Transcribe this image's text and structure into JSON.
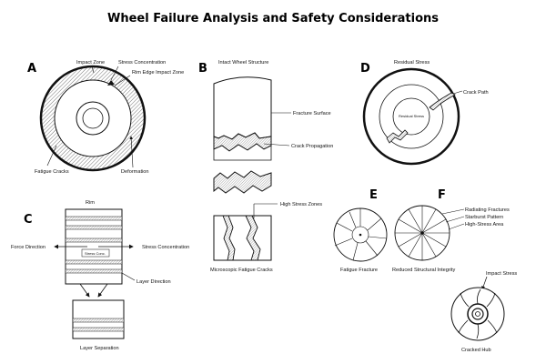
{
  "title": "Wheel Failure Analysis and Safety Considerations",
  "panels": {
    "a": {
      "letter": "A",
      "labels": {
        "impact_zone": "Impact Zone",
        "stress_concentration": "Stress Concentration",
        "rim_edge_impact_zone": "Rim Edge Impact Zone",
        "fatigue_cracks": "Fatigue Cracks",
        "deformation": "Deformation"
      }
    },
    "b": {
      "letter": "B",
      "labels": {
        "intact_wheel_structure": "Intact Wheel Structure",
        "fracture_surface": "Fracture Surface",
        "crack_propagation": "Crack Propagation",
        "high_stress_zones": "High Stress Zones",
        "microscopic_fatigue_cracks": "Microscopic Fatigue Cracks"
      }
    },
    "c": {
      "letter": "C",
      "labels": {
        "rim": "Rim",
        "force_direction": "Force Direction",
        "stress_concentration": "Stress Concentration",
        "inner_label": "Stress Conc.",
        "layer_direction": "Layer Direction",
        "layer_separation": "Layer Separation"
      }
    },
    "d": {
      "letter": "D",
      "labels": {
        "residual_stress_top": "Residual Stress",
        "crack_path": "Crack Path",
        "residual_stress_inner": "Residual Stress"
      }
    },
    "e": {
      "letter": "E",
      "labels": {
        "fatigue_fracture": "Fatigue Fracture"
      }
    },
    "f": {
      "letter": "F",
      "labels": {
        "radiating_fractures": "Radiating Fractures",
        "starburst_pattern": "Starburst Pattern",
        "high_stress_area": "High-Stress Area",
        "reduced_structural_integrity": "Reduced Structural Integrity"
      }
    },
    "hub": {
      "labels": {
        "impact_stress": "Impact Stress",
        "cracked_hub": "Cracked Hub"
      }
    }
  }
}
